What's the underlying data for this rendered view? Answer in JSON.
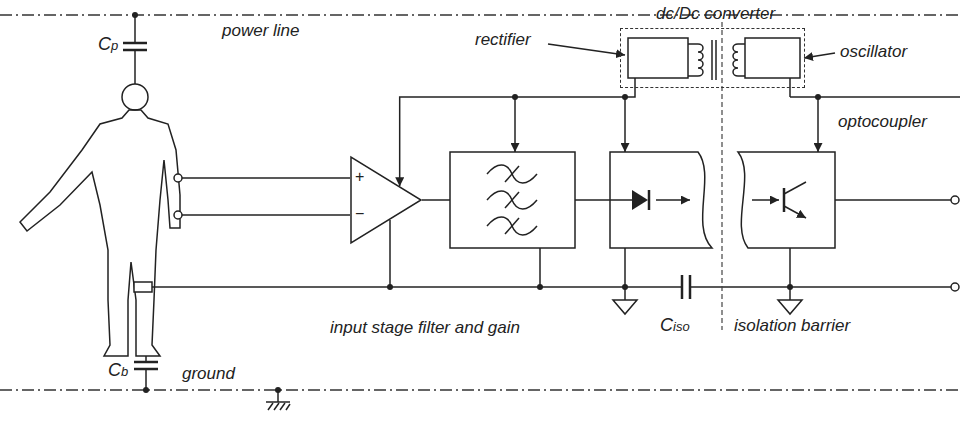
{
  "diagram": {
    "nodes": [
      {
        "text": [
          "+",
          "−"
        ]
      },
      {
        "text": [
          "dc/Dc converter"
        ]
      }
    ],
    "edges": [
      {
        "from": 1,
        "to": 0,
        "arrow": "to"
      }
    ],
    "labels": [
      "power line",
      "Cp",
      "rectifier",
      "oscillator",
      "optocoupler",
      "input stage filter and gain",
      "Ciso",
      "isolation barrier",
      "Cb",
      "ground"
    ]
  }
}
